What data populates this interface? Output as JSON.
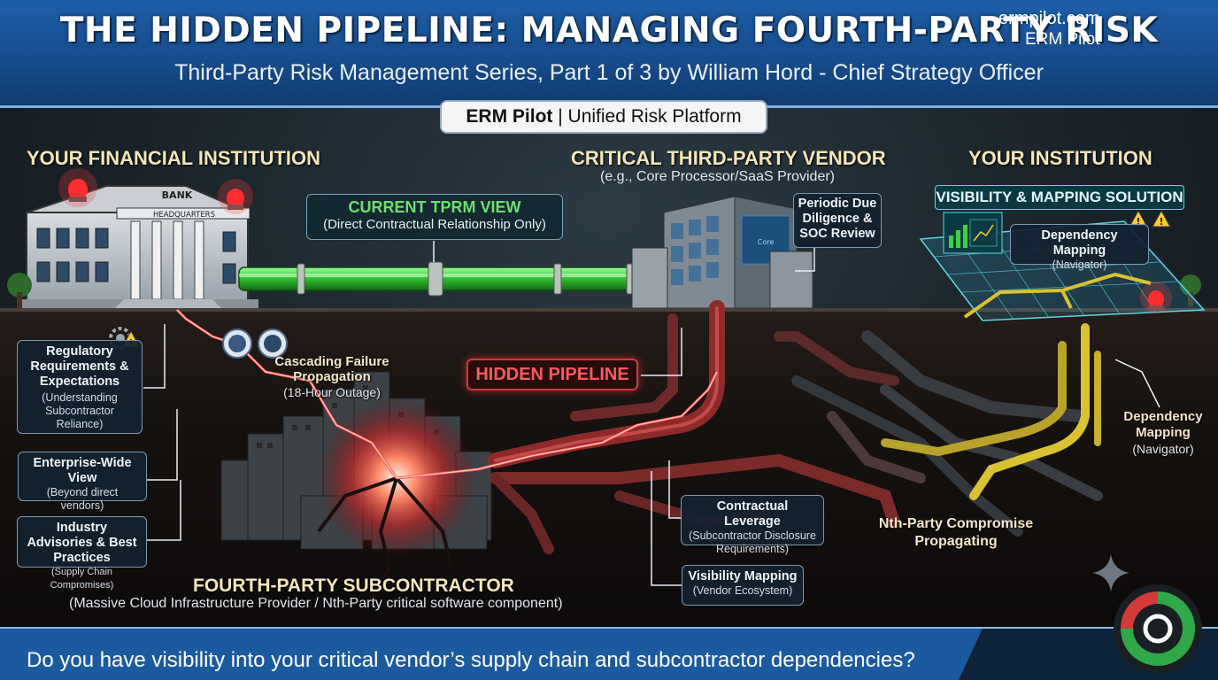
{
  "header": {
    "title": "THE HIDDEN PIPELINE: MANAGING FOURTH-PARTY RISK",
    "subtitle": "Third-Party Risk Management Series, Part 1 of 3 by William Hord - Chief Strategy Officer"
  },
  "brand_pill": {
    "bold": "ERM Pilot",
    "rest": " | Unified Risk Platform"
  },
  "sections": {
    "institution": "YOUR FINANCIAL INSTITUTION",
    "vendor": "CRITICAL THIRD-PARTY VENDOR",
    "vendor_sub": "(e.g., Core Processor/SaaS Provider)",
    "your_institution": "YOUR INSTITUTION",
    "subcontractor": "FOURTH-PARTY SUBCONTRACTOR",
    "subcontractor_sub": "(Massive Cloud Infrastructure Provider / Nth-Party critical software component)"
  },
  "bank": {
    "sign": "BANK",
    "sub_sign": "HEADQUARTERS"
  },
  "vendor_building_sign": "Core",
  "tprm": {
    "title": "CURRENT TPRM VIEW",
    "sub": "(Direct Contractual Relationship Only)"
  },
  "periodic": {
    "lines": [
      "Periodic Due",
      "Diligence &",
      "SOC Review"
    ]
  },
  "visibility": {
    "title": "VISIBILITY & MAPPING SOLUTION",
    "dep_title": "Dependency Mapping",
    "dep_sub": "(Navigator)"
  },
  "hidden_pipeline": "HIDDEN PIPELINE",
  "cascade": {
    "title": "Cascading Failure",
    "title2": "Propagation",
    "sub": "(18-Hour Outage)"
  },
  "left_callouts": [
    {
      "title": "Regulatory Requirements & Expectations",
      "sub": "(Understanding Subcontractor Reliance)"
    },
    {
      "title": "Enterprise-Wide View",
      "sub": "(Beyond direct vendors)"
    },
    {
      "title": "Industry Advisories & Best Practices",
      "sub": "(Supply Chain Compromises)"
    }
  ],
  "right_dep": {
    "title": "Dependency",
    "title2": "Mapping",
    "sub": "(Navigator)"
  },
  "nth_party": {
    "line1": "Nth-Party Compromise",
    "line2": "Propagating"
  },
  "contractual": {
    "title": "Contractual Leverage",
    "sub": "(Subcontractor Disclosure Requirements)"
  },
  "visibility_mapping": {
    "title": "Visibility Mapping",
    "sub": "(Vendor Ecosystem)"
  },
  "footer": {
    "question": "Do you have visibility into your critical vendor’s supply chain and subcontractor dependencies?",
    "url": "ermpilot.com",
    "brand": "ERM Pilot"
  },
  "colors": {
    "header_blue": "#1f5fa8",
    "green_pipe": "#3fd23f",
    "red_pipe": "#b03030",
    "yellow_pipe": "#d8c232",
    "cyan_grid": "#58d8e6",
    "title_cream": "#f3e6b8"
  },
  "icons": [
    "siren-icon",
    "gear-warning-icon",
    "warning-icon",
    "seal-icon",
    "sparkle-icon",
    "erm-pilot-logo"
  ]
}
